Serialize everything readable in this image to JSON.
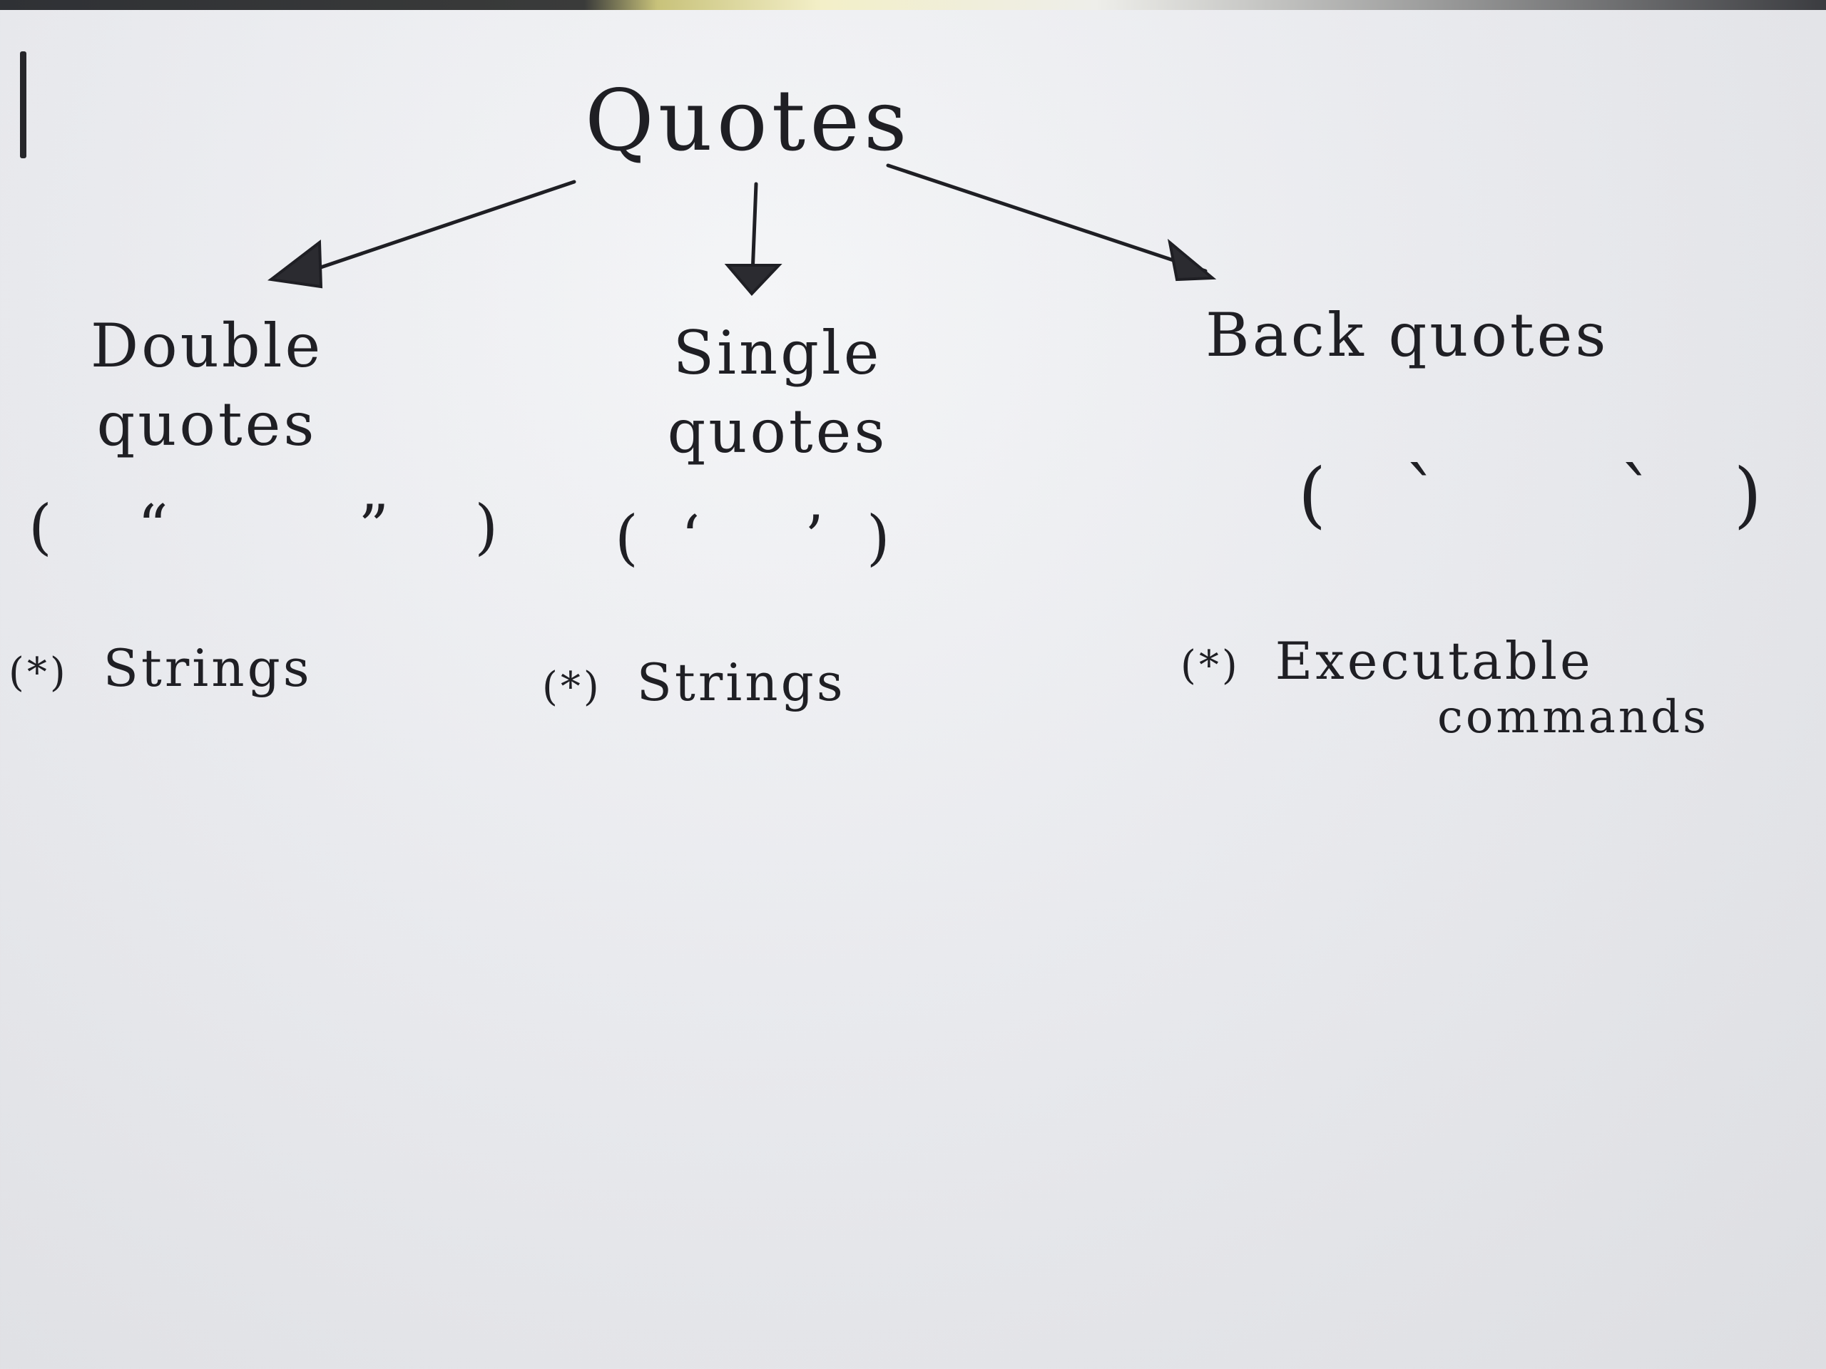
{
  "title": "Quotes",
  "nodes": [
    {
      "label_line1": "Double",
      "label_line2": "quotes",
      "symbol": "(“ ”)",
      "bullet_star": "(*)",
      "bullet_text": "Strings"
    },
    {
      "label_line1": "Single",
      "label_line2": "quotes",
      "symbol": "(‘ ’)",
      "bullet_star": "(*)",
      "bullet_text": "Strings"
    },
    {
      "label_line1": "Back quotes",
      "label_line2": "",
      "symbol": "(` `)",
      "bullet_star": "(*)",
      "bullet_text": "Executable",
      "bullet_text_line2": "commands"
    }
  ],
  "colors": {
    "ink": "#1f1f24",
    "paper": "#e9eaee"
  }
}
